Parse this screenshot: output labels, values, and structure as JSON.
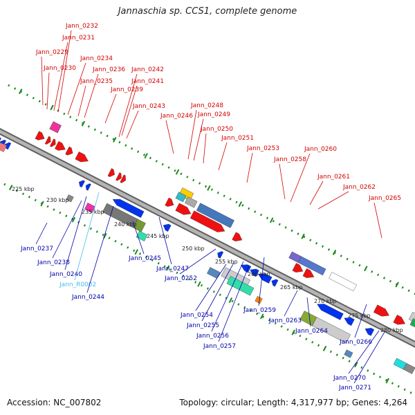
{
  "title": "Jannaschia sp. CCS1, complete genome",
  "footer": {
    "accession": "Accession: NC_007802",
    "summary": "Topology: circular; Length: 4,317,977 bp; Genes: 4,264"
  },
  "colors": {
    "forward_label": "#d40000",
    "reverse_label": "#0000aa",
    "rna_label": "#44bbee",
    "backbone": "#909090",
    "tick": "#1a8a1a"
  },
  "kbp_ticks": [
    "225 kbp",
    "230 kbp",
    "235 kbp",
    "240 kbp",
    "245 kbp",
    "250 kbp",
    "255 kbp",
    "260 kbp",
    "265 kbp",
    "270 kbp",
    "275 kbp",
    "280 kbp"
  ],
  "forward_genes": [
    "Jann_0229",
    "Jann_0230",
    "Jann_0231",
    "Jann_0232",
    "Jann_0234",
    "Jann_0235",
    "Jann_0236",
    "Jann_0239",
    "Jann_0241",
    "Jann_0242",
    "Jann_0243",
    "Jann_0246",
    "Jann_0248",
    "Jann_0249",
    "Jann_0250",
    "Jann_0251",
    "Jann_0253",
    "Jann_0258",
    "Jann_0260",
    "Jann_0261",
    "Jann_0262",
    "Jann_0265"
  ],
  "reverse_genes": [
    "Jann_0237",
    "Jann_0238",
    "Jann_0240",
    "Jann_R0002",
    "Jann_0244",
    "Jann_0245",
    "Jann_0247",
    "Jann_0252",
    "Jann_0254",
    "Jann_0255",
    "Jann_0256",
    "Jann_0257",
    "Jann_0259",
    "Jann_0263",
    "Jann_0264",
    "Jann_0266",
    "Jann_0270",
    "Jann_0271"
  ]
}
